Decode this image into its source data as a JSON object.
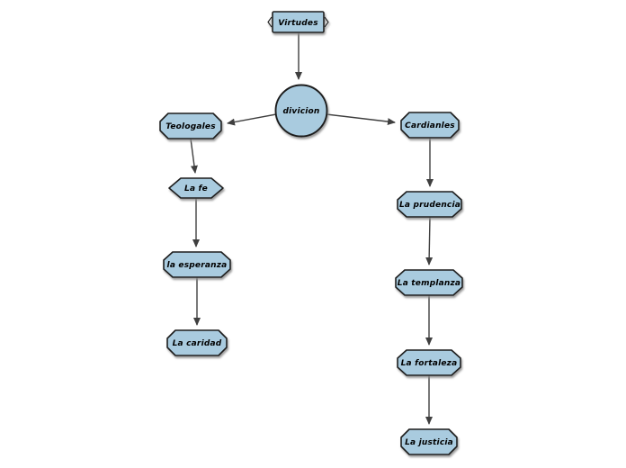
{
  "nodes": {
    "virtudes": {
      "label": "Virtudes",
      "shape": "rectangle"
    },
    "divicion": {
      "label": "divicion",
      "shape": "circle"
    },
    "teologales": {
      "label": "Teologales",
      "shape": "hexagon"
    },
    "cardianles": {
      "label": "Cardianles",
      "shape": "hexagon"
    },
    "la_fe": {
      "label": "La fe",
      "shape": "hexagon-pointed"
    },
    "la_esperanza": {
      "label": "la esperanza",
      "shape": "hexagon"
    },
    "la_caridad": {
      "label": "La caridad",
      "shape": "hexagon"
    },
    "la_prudencia": {
      "label": "La prudencia",
      "shape": "hexagon"
    },
    "la_templanza": {
      "label": "La templanza",
      "shape": "hexagon"
    },
    "la_fortaleza": {
      "label": "La fortaleza",
      "shape": "hexagon"
    },
    "la_justicia": {
      "label": "La justicia",
      "shape": "hexagon"
    }
  },
  "edges": [
    {
      "from": "virtudes",
      "to": "divicion"
    },
    {
      "from": "divicion",
      "to": "teologales"
    },
    {
      "from": "divicion",
      "to": "cardianles"
    },
    {
      "from": "teologales",
      "to": "la_fe"
    },
    {
      "from": "la_fe",
      "to": "la_esperanza"
    },
    {
      "from": "la_esperanza",
      "to": "la_caridad"
    },
    {
      "from": "cardianles",
      "to": "la_prudencia"
    },
    {
      "from": "la_prudencia",
      "to": "la_templanza"
    },
    {
      "from": "la_templanza",
      "to": "la_fortaleza"
    },
    {
      "from": "la_fortaleza",
      "to": "la_justicia"
    }
  ],
  "colors": {
    "node_fill": "#a9cbdf",
    "node_stroke": "#1f1f1f",
    "connector": "#3f3f3f",
    "background": "#ffffff",
    "text": "#000000"
  }
}
